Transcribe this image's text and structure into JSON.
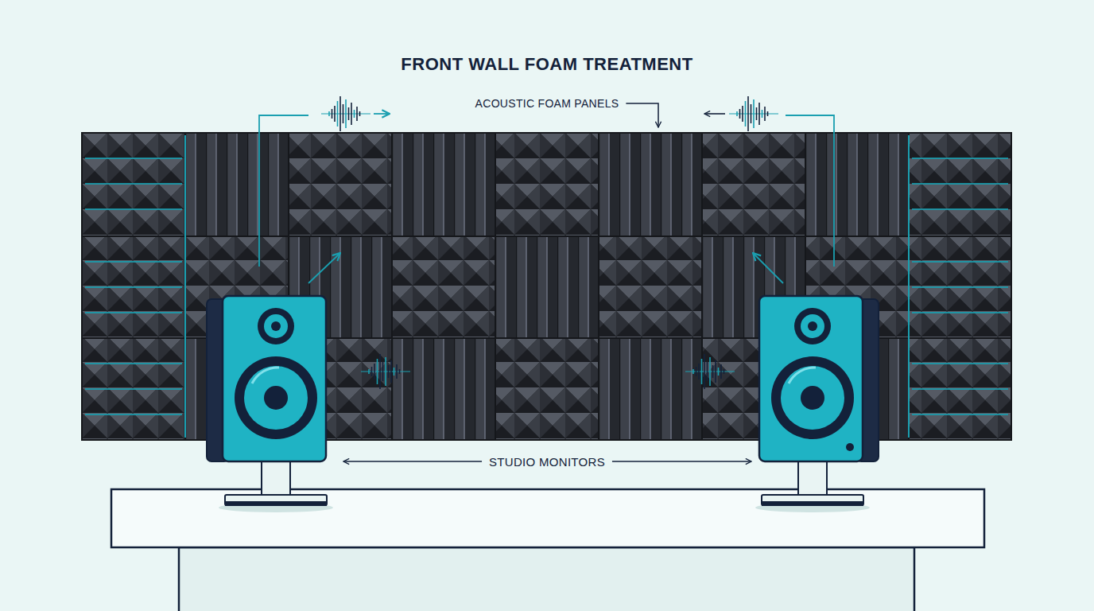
{
  "diagram": {
    "title": "FRONT WALL FOAM TREATMENT",
    "labels": [
      "ACOUSTIC FOAM PANELS",
      "STUDIO MONITORS"
    ]
  }
}
